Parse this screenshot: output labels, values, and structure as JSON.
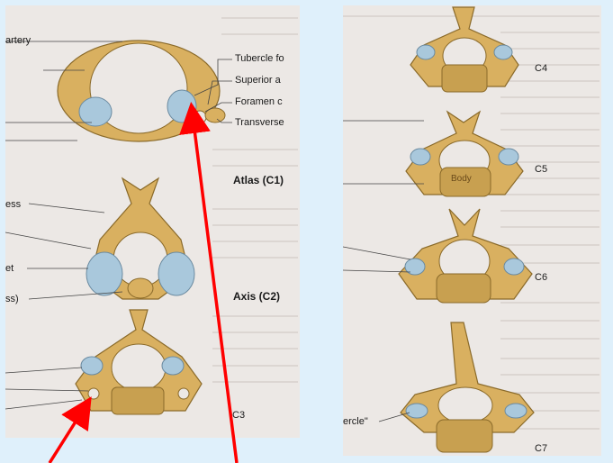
{
  "left_panel": {
    "labels": {
      "artery": "artery",
      "tubercle": "Tubercle fo",
      "superior": "Superior a",
      "foramen": "Foramen c",
      "transverse": "Transverse",
      "ess": "ess",
      "et": "et",
      "ss": "ss)",
      "atlas": "Atlas (C1)",
      "axis": "Axis (C2)",
      "c3": "C3"
    }
  },
  "right_panel": {
    "labels": {
      "c4": "C4",
      "c5": "C5",
      "c6": "C6",
      "c7": "C7",
      "body": "Body",
      "rcle": "ercle\""
    }
  },
  "colors": {
    "bone": "#d9b060",
    "cartilage": "#a9c8dc",
    "arrow": "#ff0000",
    "background": "#dff0fb"
  }
}
